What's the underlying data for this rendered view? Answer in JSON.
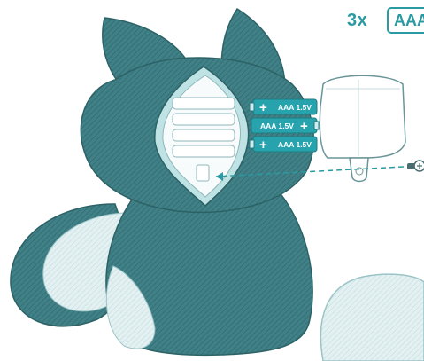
{
  "header": {
    "quantity": "3x",
    "battery_type": "AAA"
  },
  "batteries": [
    {
      "label": "AAA 1.5V",
      "polarity": "+"
    },
    {
      "label": "AAA 1.5V",
      "polarity": "+"
    },
    {
      "label": "AAA 1.5V",
      "polarity": "+"
    }
  ],
  "colors": {
    "fur_dark": "#3d7f84",
    "fur_light": "#d9ecee",
    "accent": "#2a9aa3",
    "battery": "#27a3ad"
  }
}
